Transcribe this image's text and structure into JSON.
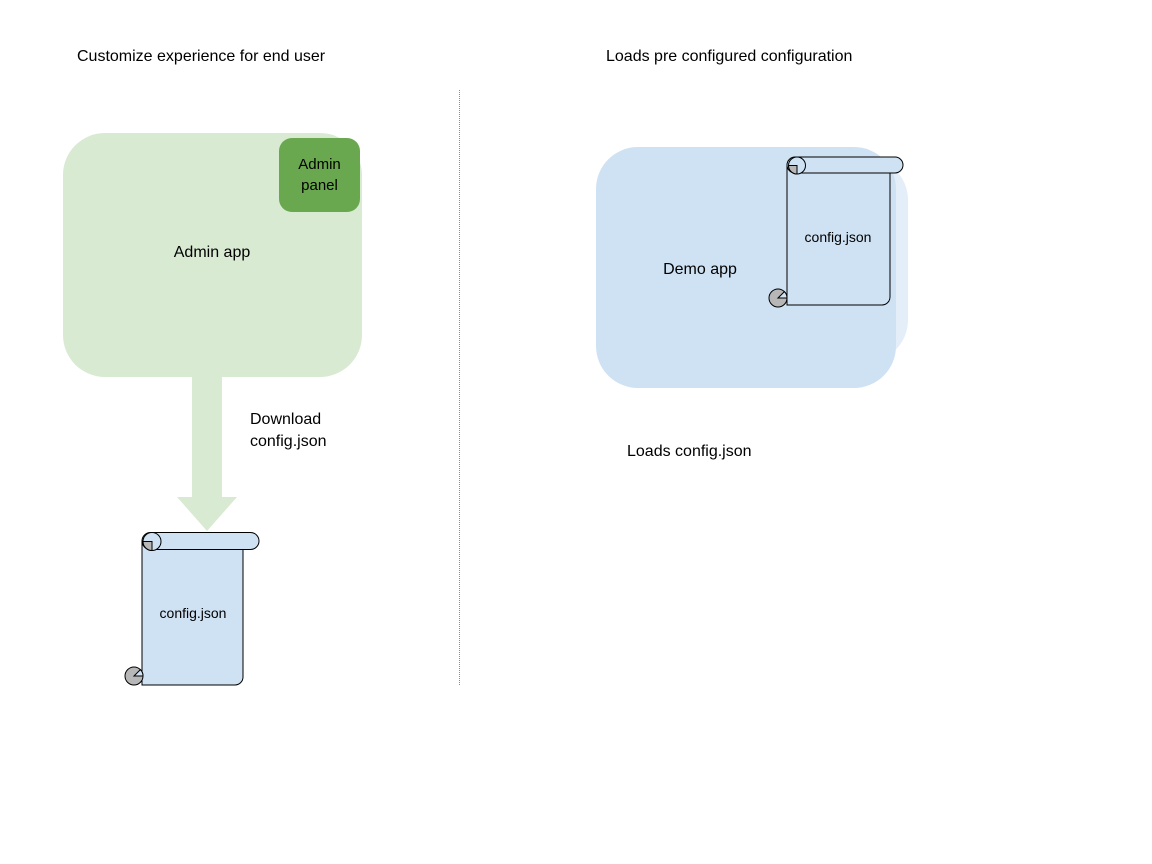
{
  "left": {
    "title": "Customize experience for end user",
    "admin_app_label": "Admin app",
    "admin_panel_label": "Admin panel",
    "download_caption": "Download\nconfig.json",
    "scroll_label": "config.json"
  },
  "right": {
    "title": "Loads pre configured configuration",
    "demo_app_label": "Demo app",
    "scroll_label": "config.json",
    "caption": "Loads config.json"
  },
  "colors": {
    "light_green": "#d9ead3",
    "dark_green": "#6aa84f",
    "light_blue": "#cfe2f3",
    "halo_blue": "#e4eef9",
    "curl_gray": "#b7b7b7",
    "outline": "#000000",
    "divider_gray": "#8b8b8b"
  }
}
